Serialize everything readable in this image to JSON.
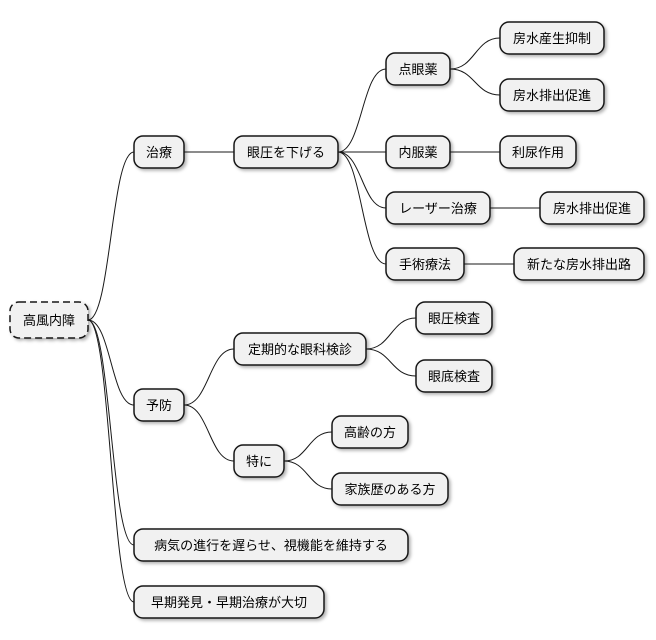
{
  "mindmap": {
    "root": {
      "label": "高風内障",
      "children": [
        {
          "label": "治療",
          "children": [
            {
              "label": "眼圧を下げる",
              "children": [
                {
                  "label": "点眼薬",
                  "children": [
                    {
                      "label": "房水産生抑制"
                    },
                    {
                      "label": "房水排出促進"
                    }
                  ]
                },
                {
                  "label": "内服薬",
                  "children": [
                    {
                      "label": "利尿作用"
                    }
                  ]
                },
                {
                  "label": "レーザー治療",
                  "children": [
                    {
                      "label": "房水排出促進"
                    }
                  ]
                },
                {
                  "label": "手術療法",
                  "children": [
                    {
                      "label": "新たな房水排出路"
                    }
                  ]
                }
              ]
            }
          ]
        },
        {
          "label": "予防",
          "children": [
            {
              "label": "定期的な眼科検診",
              "children": [
                {
                  "label": "眼圧検査"
                },
                {
                  "label": "眼底検査"
                }
              ]
            },
            {
              "label": "特に",
              "children": [
                {
                  "label": "高齢の方"
                },
                {
                  "label": "家族歴のある方"
                }
              ]
            }
          ]
        },
        {
          "label": "病気の進行を遅らせ、視機能を維持する"
        },
        {
          "label": "早期発見・早期治療が大切"
        }
      ]
    }
  }
}
